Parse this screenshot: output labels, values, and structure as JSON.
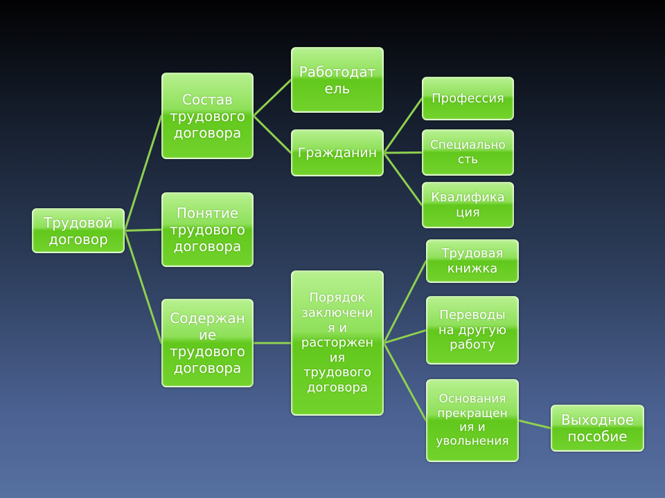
{
  "diagram": {
    "line_color": "#8fd14f",
    "nodes": [
      {
        "id": "root",
        "label": "Трудовой\nдоговор"
      },
      {
        "id": "sostav",
        "label": "Состав\nтрудового\nдоговора"
      },
      {
        "id": "pon",
        "label": "Понятие\nтрудового\nдоговора"
      },
      {
        "id": "sod",
        "label": "Содержан\nие\nтрудового\nдоговора"
      },
      {
        "id": "rab",
        "label": "Работодат\nель"
      },
      {
        "id": "grazh",
        "label": "Гражданин"
      },
      {
        "id": "por",
        "label": "Порядок\nзаключени\nя и\nрасторжен\nия\nтрудового\nдоговора"
      },
      {
        "id": "prof",
        "label": "Профессия"
      },
      {
        "id": "spec",
        "label": "Специально\nсть"
      },
      {
        "id": "kval",
        "label": "Квалифика\nция"
      },
      {
        "id": "trud",
        "label": "Трудовая\nкнижка"
      },
      {
        "id": "perev",
        "label": "Переводы\nна другую\nработу"
      },
      {
        "id": "osn",
        "label": "Основания\nпрекращен\nия и\nувольнения"
      },
      {
        "id": "vyh",
        "label": "Выходное\nпособие"
      }
    ],
    "edges": [
      [
        "root",
        "sostav"
      ],
      [
        "root",
        "pon"
      ],
      [
        "root",
        "sod"
      ],
      [
        "sostav",
        "rab"
      ],
      [
        "sostav",
        "grazh"
      ],
      [
        "grazh",
        "prof"
      ],
      [
        "grazh",
        "spec"
      ],
      [
        "grazh",
        "kval"
      ],
      [
        "sod",
        "por"
      ],
      [
        "por",
        "trud"
      ],
      [
        "por",
        "perev"
      ],
      [
        "por",
        "osn"
      ],
      [
        "osn",
        "vyh"
      ]
    ]
  }
}
